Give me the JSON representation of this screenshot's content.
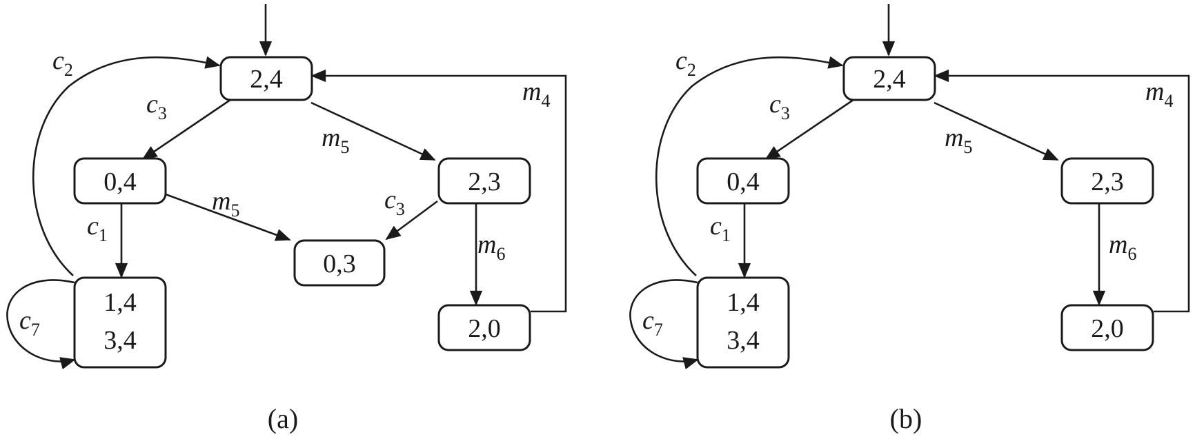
{
  "diagrams": [
    {
      "caption": "(a)",
      "nodes": {
        "n24": [
          "2,4"
        ],
        "n04": [
          "0,4"
        ],
        "n23": [
          "2,3"
        ],
        "n03": [
          "0,3"
        ],
        "n14": [
          "1,4",
          "3,4"
        ],
        "n20": [
          "2,0"
        ]
      },
      "labels": {
        "c2": {
          "base": "c",
          "sub": "2"
        },
        "c3a": {
          "base": "c",
          "sub": "3"
        },
        "m5a": {
          "base": "m",
          "sub": "5"
        },
        "m4": {
          "base": "m",
          "sub": "4"
        },
        "m5b": {
          "base": "m",
          "sub": "5"
        },
        "c3b": {
          "base": "c",
          "sub": "3"
        },
        "c1": {
          "base": "c",
          "sub": "1"
        },
        "m6": {
          "base": "m",
          "sub": "6"
        },
        "c7": {
          "base": "c",
          "sub": "7"
        }
      }
    },
    {
      "caption": "(b)",
      "nodes": {
        "n24": [
          "2,4"
        ],
        "n04": [
          "0,4"
        ],
        "n23": [
          "2,3"
        ],
        "n14": [
          "1,4",
          "3,4"
        ],
        "n20": [
          "2,0"
        ]
      },
      "labels": {
        "c2": {
          "base": "c",
          "sub": "2"
        },
        "c3a": {
          "base": "c",
          "sub": "3"
        },
        "m5a": {
          "base": "m",
          "sub": "5"
        },
        "m4": {
          "base": "m",
          "sub": "4"
        },
        "c1": {
          "base": "c",
          "sub": "1"
        },
        "m6": {
          "base": "m",
          "sub": "6"
        },
        "c7": {
          "base": "c",
          "sub": "7"
        }
      }
    }
  ]
}
